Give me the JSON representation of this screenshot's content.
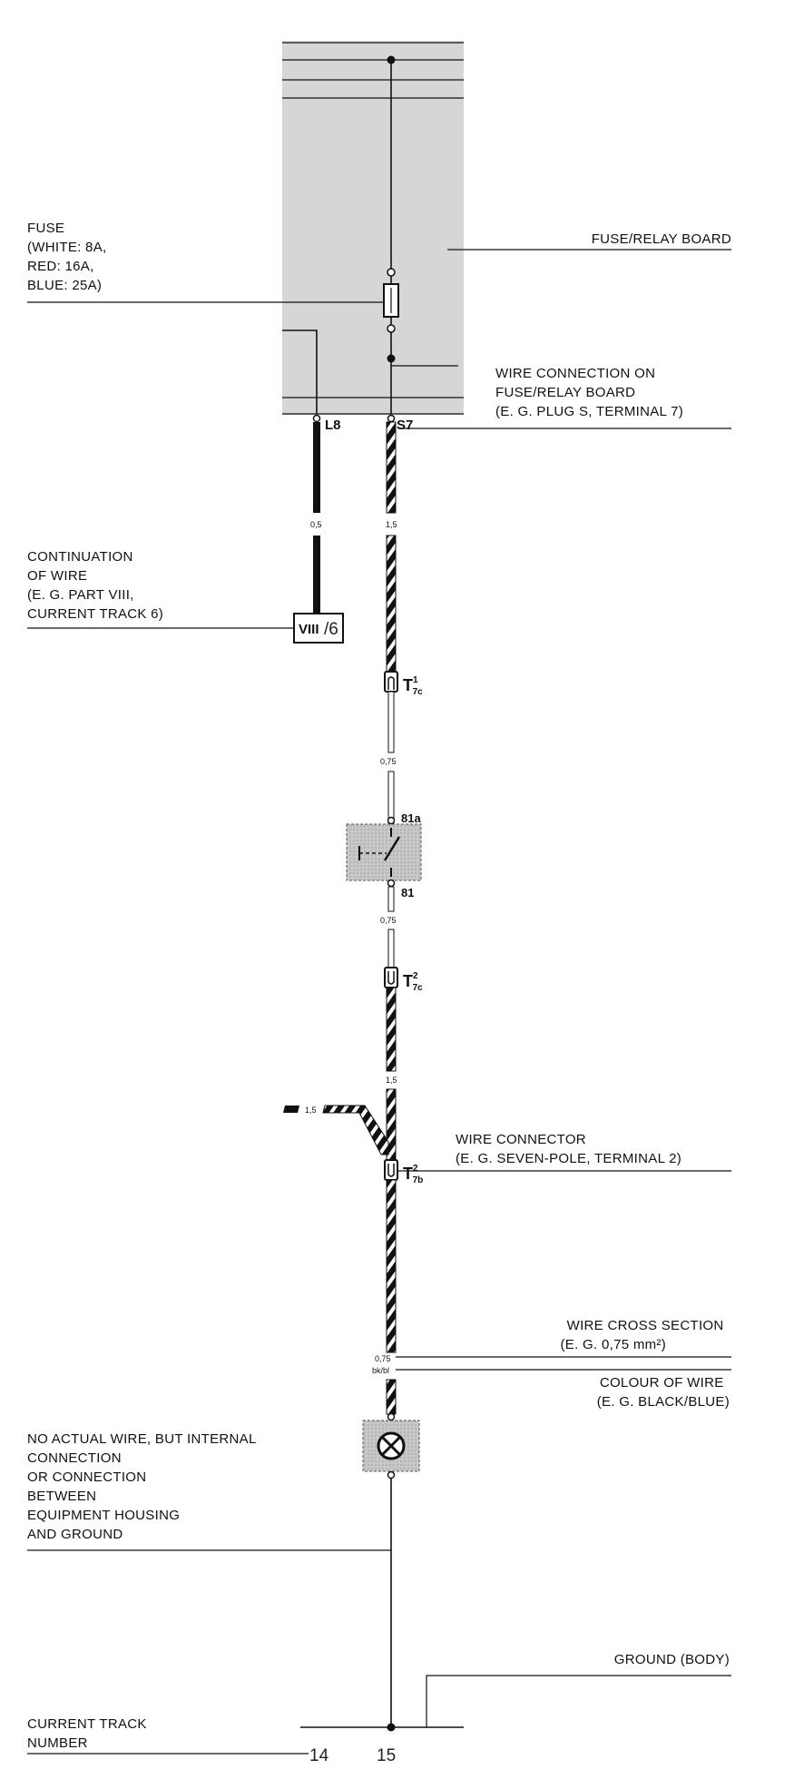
{
  "labels": {
    "fuse_relay_board": "FUSE/RELAY BOARD",
    "fuse": [
      "FUSE",
      "(WHITE: 8A,",
      "RED: 16A,",
      "BLUE: 25A)"
    ],
    "wire_connection": [
      "WIRE CONNECTION ON",
      "FUSE/RELAY BOARD",
      "(E. G. PLUG S, TERMINAL 7)"
    ],
    "continuation": [
      "CONTINUATION",
      "OF WIRE",
      "(E. G. PART VIII,",
      "CURRENT TRACK 6)"
    ],
    "wire_connector": [
      "WIRE CONNECTOR",
      "(E. G. SEVEN-POLE, TERMINAL 2)"
    ],
    "wire_cross_section": [
      "WIRE CROSS SECTION",
      "(E. G. 0,75 mm²)"
    ],
    "colour_of_wire": [
      "COLOUR OF WIRE",
      "(E. G. BLACK/BLUE)"
    ],
    "no_actual_wire": [
      "NO ACTUAL WIRE, BUT INTERNAL",
      "CONNECTION",
      "OR CONNECTION",
      "BETWEEN",
      "EQUIPMENT HOUSING",
      "AND GROUND"
    ],
    "ground": "GROUND (BODY)",
    "current_track": [
      "CURRENT TRACK",
      "NUMBER"
    ]
  },
  "terminals": {
    "l8": "L8",
    "s7": "S7",
    "t7c_1": {
      "base": "T",
      "sup": "1",
      "sub": "7c"
    },
    "t7c_2": {
      "base": "T",
      "sup": "2",
      "sub": "7c"
    },
    "t7b_2": {
      "base": "T",
      "sup": "2",
      "sub": "7b"
    },
    "pin_81a": "81a",
    "pin_81": "81"
  },
  "wire_sizes": {
    "l8_wire": "0,5",
    "s7_wire": "1,5",
    "after_t1": "0,75",
    "after_switch": "0,75",
    "after_t2": "1,5",
    "branch": "1,5",
    "before_lamp": "0,75",
    "colour_code": "bk/bl"
  },
  "continuation_box": {
    "part": "VIII",
    "track": "/6"
  },
  "track_numbers": {
    "left": "14",
    "right": "15"
  },
  "colors": {
    "board_fill": "#d6d6d6",
    "component_fill": "#cfcfcf",
    "ink": "#111111"
  }
}
